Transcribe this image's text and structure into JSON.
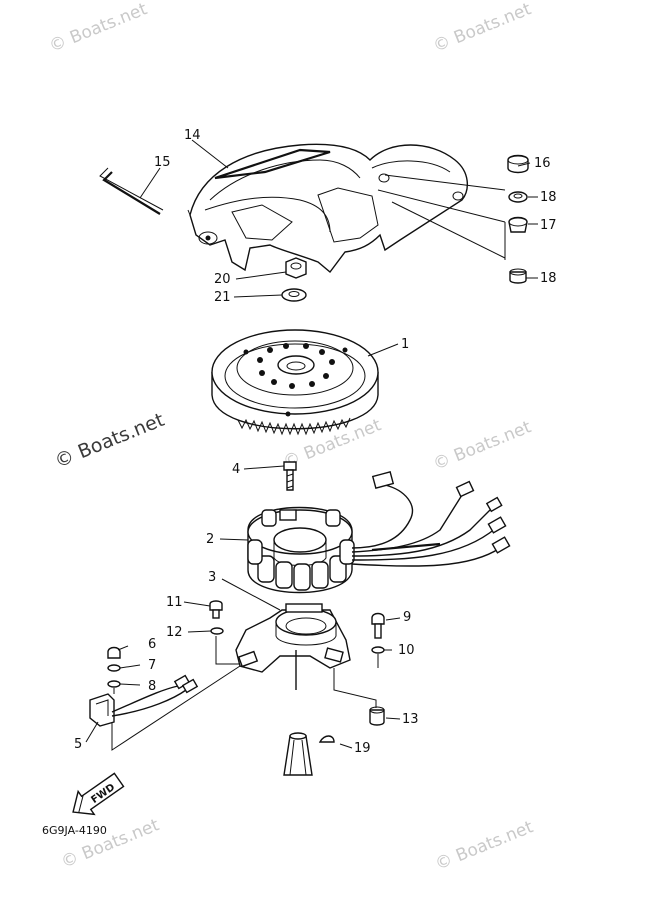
{
  "watermarks": {
    "top_left": "© Boats.net",
    "top_right": "© Boats.net",
    "mid_left": "© Boats.net",
    "mid_right": "© Boats.net",
    "center_right": "© Boats.net",
    "bottom_left": "© Boats.net",
    "bottom_right": "© Boats.net"
  },
  "callouts": {
    "p1": "1",
    "p2": "2",
    "p3": "3",
    "p4": "4",
    "p5": "5",
    "p6": "6",
    "p7": "7",
    "p8": "8",
    "p9": "9",
    "p10": "10",
    "p11": "11",
    "p12": "12",
    "p13": "13",
    "p14": "14",
    "p15": "15",
    "p16": "16",
    "p17": "17",
    "p18a": "18",
    "p18b": "18",
    "p19": "19",
    "p20": "20",
    "p21": "21"
  },
  "fwd_label": "FWD",
  "diagram_code": "6G9JA-4190"
}
